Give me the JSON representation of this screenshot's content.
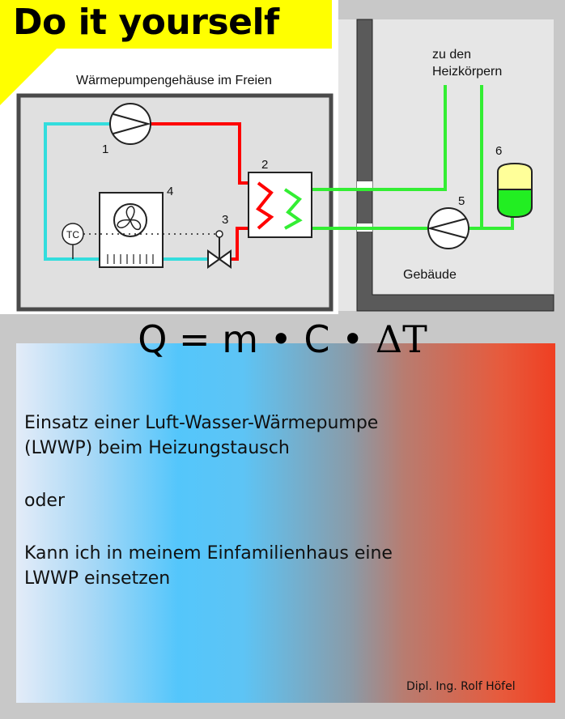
{
  "banner": {
    "title": "Do it yourself"
  },
  "diagram": {
    "housing_label": "Wärmepumpengehäuse im Freien",
    "radiator_label_line1": "zu den",
    "radiator_label_line2": "Heizkörpern",
    "building_label": "Gebäude",
    "tc_label": "TC",
    "component_numbers": [
      "1",
      "2",
      "3",
      "4",
      "5",
      "6"
    ],
    "colors": {
      "hot": "#ff0000",
      "cold": "#33dddd",
      "water": "#33ee33",
      "wall": "#5a5a5a",
      "housing_border": "#4a4a4a"
    }
  },
  "formula": {
    "lhs": "Q = m • C • ",
    "delta_t": "ΔT"
  },
  "description": {
    "line1": "Einsatz einer Luft-Wasser-Wärmepumpe",
    "line2": "(LWWP) beim Heizungstausch",
    "line3": "oder",
    "line4": "Kann ich in meinem Einfamilienhaus eine",
    "line5": "LWWP einsetzen"
  },
  "author": "Dipl. Ing. Rolf Höfel"
}
